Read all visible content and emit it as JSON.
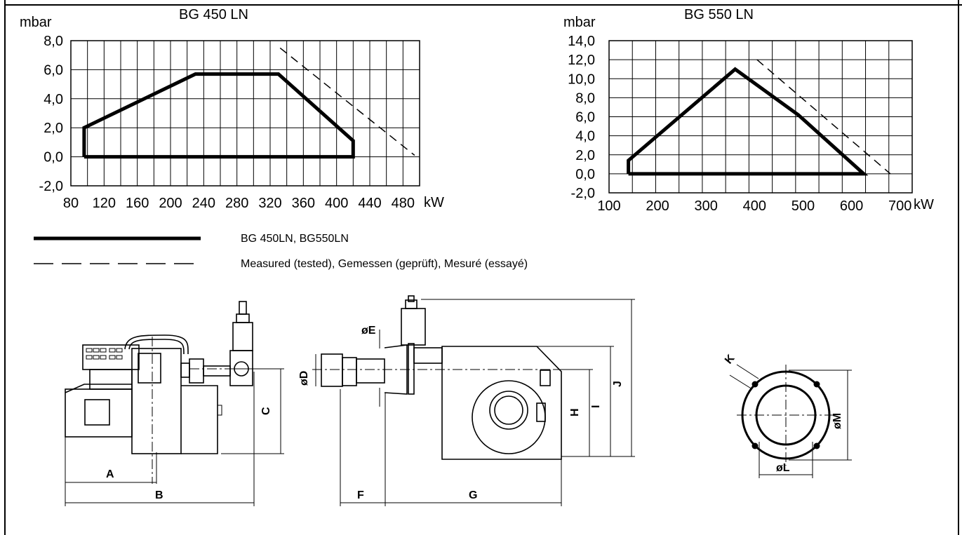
{
  "chart_data": [
    {
      "type": "line",
      "title": "BG 450 LN",
      "ylabel": "mbar",
      "xlabel": "kW",
      "xlim": [
        80,
        500
      ],
      "ylim": [
        -2,
        8
      ],
      "xticks": [
        80,
        120,
        160,
        200,
        240,
        280,
        320,
        360,
        400,
        440,
        480
      ],
      "xtick_labels": [
        "80",
        "120",
        "160",
        "200",
        "240",
        "280",
        "320",
        "360",
        "400",
        "440",
        "480"
      ],
      "yticks": [
        -2,
        0,
        2,
        4,
        6,
        8
      ],
      "ytick_labels": [
        "-2,0",
        "0,0",
        "2,0",
        "4,0",
        "6,0",
        "8,0"
      ],
      "grid": true,
      "series": [
        {
          "name": "BG 450LN, BG550LN",
          "style": "solid-thick",
          "points": [
            [
              96,
              0
            ],
            [
              96,
              2
            ],
            [
              230,
              5.7
            ],
            [
              330,
              5.7
            ],
            [
              420,
              1.1
            ],
            [
              420,
              0
            ],
            [
              96,
              0
            ]
          ]
        },
        {
          "name": "Measured (tested), Gemessen (geprüft), Mesuré (essayé)",
          "style": "dashed",
          "points": [
            [
              332,
              7.5
            ],
            [
              494,
              0.1
            ]
          ]
        }
      ]
    },
    {
      "type": "line",
      "title": "BG 550 LN",
      "ylabel": "mbar",
      "xlabel": "kW",
      "xlim": [
        100,
        725
      ],
      "ylim": [
        -2,
        14
      ],
      "xticks": [
        100,
        200,
        300,
        400,
        500,
        600,
        700
      ],
      "xtick_labels": [
        "100",
        "200",
        "300",
        "400",
        "500",
        "600",
        "700"
      ],
      "yticks": [
        -2,
        0,
        2,
        4,
        6,
        8,
        10,
        12,
        14
      ],
      "ytick_labels": [
        "-2,0",
        "0,0",
        "2,0",
        "4,0",
        "6,0",
        "8,0",
        "10,0",
        "12,0",
        "14,0"
      ],
      "grid": true,
      "series": [
        {
          "name": "BG 450LN, BG550LN",
          "style": "solid-thick",
          "points": [
            [
              140,
              0
            ],
            [
              140,
              1.4
            ],
            [
              360,
              11
            ],
            [
              490,
              6.2
            ],
            [
              625,
              0
            ],
            [
              140,
              0
            ]
          ]
        },
        {
          "name": "Measured (tested), Gemessen (geprüft), Mesuré (essayé)",
          "style": "dashed",
          "points": [
            [
              405,
              12
            ],
            [
              680,
              0
            ]
          ]
        }
      ]
    }
  ],
  "legend": {
    "solid_label": "BG 450LN, BG550LN",
    "dashed_label": "Measured (tested), Gemessen (geprüft), Mesuré (essayé)"
  },
  "dimensions": {
    "A": "A",
    "B": "B",
    "C": "C",
    "D": "øD",
    "E": "øE",
    "F": "F",
    "G": "G",
    "H": "H",
    "I": "I",
    "J": "J",
    "K": "K",
    "L": "øL",
    "M": "øM"
  }
}
